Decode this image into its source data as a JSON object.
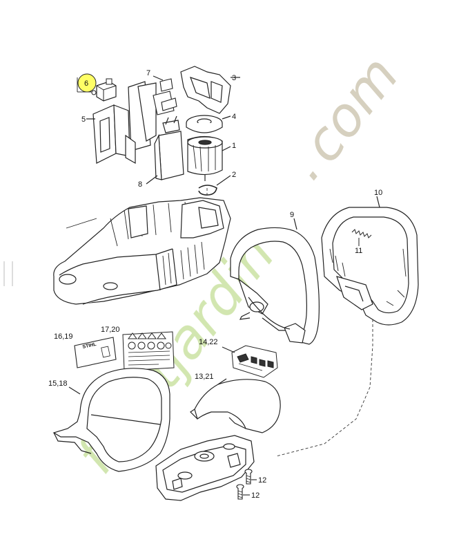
{
  "diagram": {
    "highlight_color": "#ffff66",
    "highlighted_part": "6",
    "callouts": {
      "c1": "1",
      "c2": "2",
      "c3": "3",
      "c4": "4",
      "c5": "5",
      "c6": "6",
      "c7": "7",
      "c8": "8",
      "c9": "9",
      "c10": "10",
      "c11": "11",
      "c12a": "12",
      "c12b": "12",
      "c13_21": "13,21",
      "c14_22": "14,22",
      "c15_18": "15,18",
      "c16_19": "16,19",
      "c17_20": "17,20"
    },
    "label_brand": "STIHL"
  },
  "watermark": {
    "text_main": "foretjardin",
    "text_dot": ".",
    "text_com": "com",
    "colors": {
      "green": "#cde4a8",
      "orange": "#f6c48a",
      "grey": "#d2cbb8"
    }
  }
}
